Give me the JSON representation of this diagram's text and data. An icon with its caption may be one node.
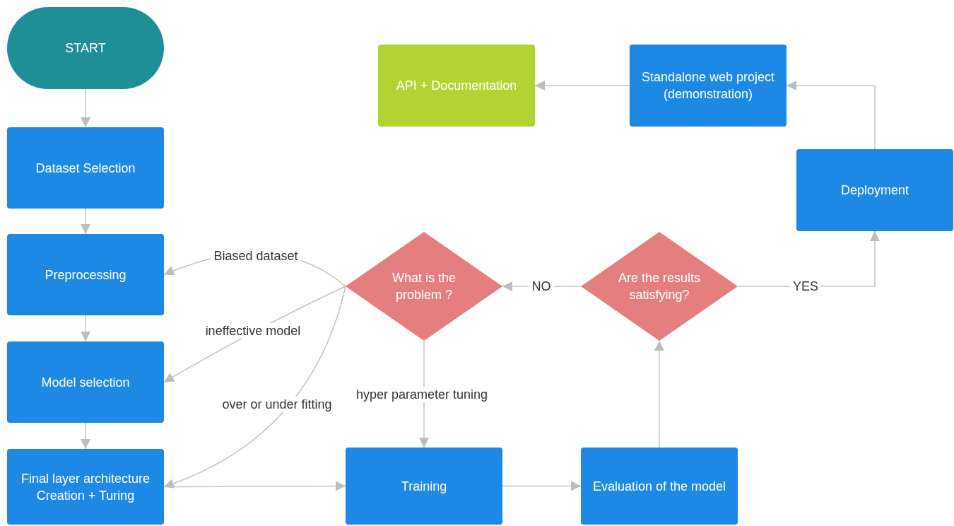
{
  "diagram": {
    "nodes": [
      {
        "text": [
          "START"
        ]
      },
      {
        "text": [
          "Dataset Selection"
        ]
      },
      {
        "text": [
          "Preprocessing"
        ]
      },
      {
        "text": [
          "Model selection"
        ]
      },
      {
        "text": [
          "Final layer architecture Creation + Turing"
        ]
      },
      {
        "text": [
          "API + Documentation"
        ]
      },
      {
        "text": [
          "Standalone web project (demonstration)"
        ]
      },
      {
        "text": [
          "Deployment"
        ]
      },
      {
        "text": [
          "What is the problem ?"
        ]
      },
      {
        "text": [
          "Are the results satisfying?"
        ]
      },
      {
        "text": [
          "Training"
        ]
      },
      {
        "text": [
          "Evaluation of the model"
        ]
      }
    ],
    "edges": [
      {
        "from": 0,
        "to": 1,
        "arrow": "to"
      },
      {
        "from": 1,
        "to": 2,
        "arrow": "to"
      },
      {
        "from": 2,
        "to": 3,
        "arrow": "to"
      },
      {
        "from": 3,
        "to": 4,
        "arrow": "to"
      },
      {
        "from": 4,
        "to": 10,
        "arrow": "to"
      },
      {
        "from": 10,
        "to": 11,
        "arrow": "to"
      },
      {
        "from": 11,
        "to": 9,
        "arrow": "to"
      },
      {
        "from": 9,
        "to": 8,
        "arrow": "to",
        "label": "NO"
      },
      {
        "from": 9,
        "to": 7,
        "arrow": "to",
        "label": "YES"
      },
      {
        "from": 7,
        "to": 6,
        "arrow": "to"
      },
      {
        "from": 6,
        "to": 5,
        "arrow": "to"
      },
      {
        "from": 8,
        "to": 2,
        "arrow": "to",
        "label": "Biased dataset"
      },
      {
        "from": 8,
        "to": 3,
        "arrow": "to",
        "label": "ineffective model"
      },
      {
        "from": 8,
        "to": 4,
        "arrow": "to",
        "label": "over or under fitting"
      },
      {
        "from": 8,
        "to": 10,
        "arrow": "to",
        "label": "hyper parameter tuning"
      }
    ]
  }
}
